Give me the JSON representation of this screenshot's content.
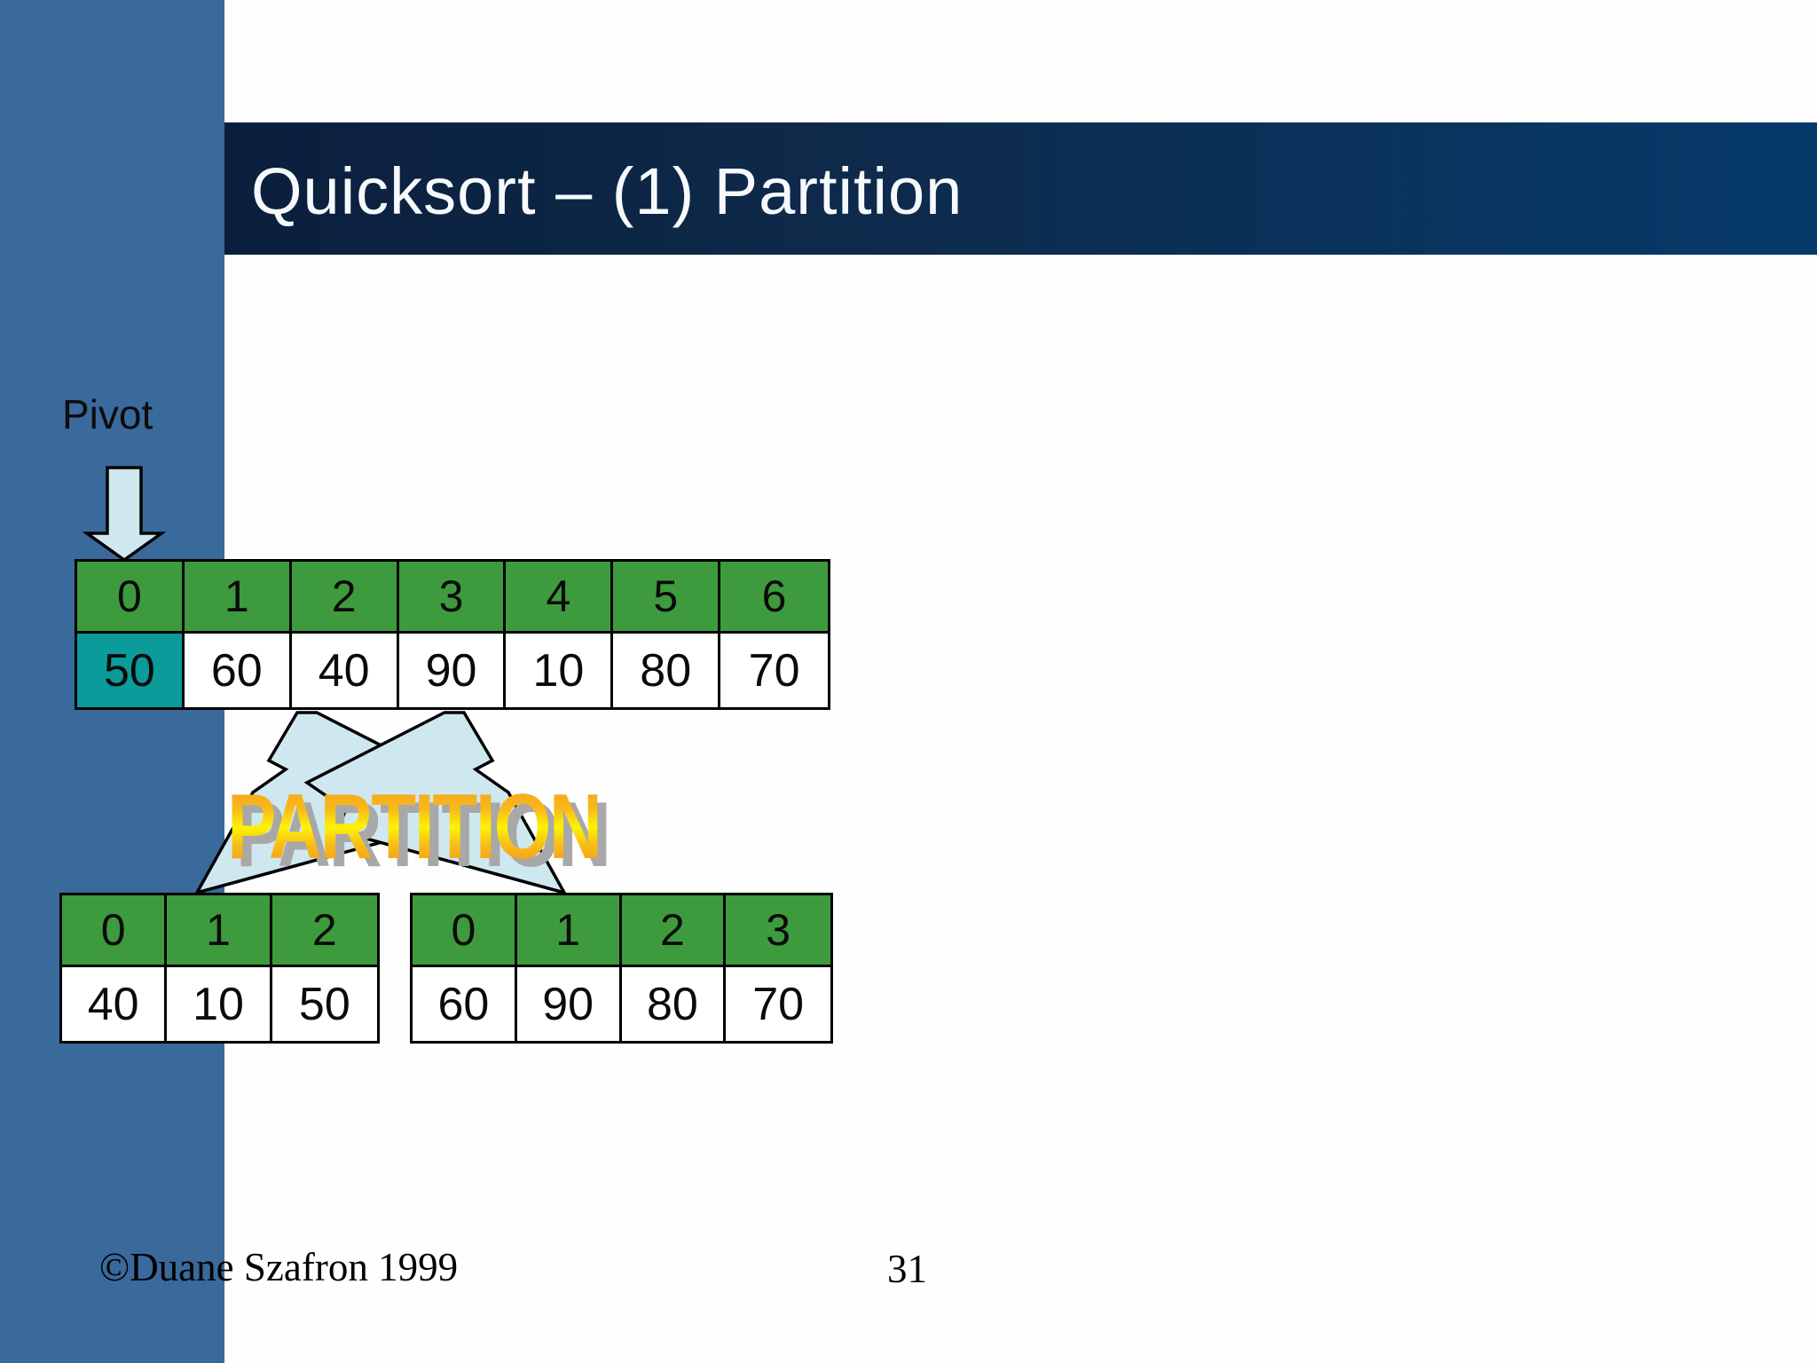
{
  "title": "Quicksort – (1) Partition",
  "pivot_label": "Pivot",
  "partition_label": "PARTITION",
  "main_array": {
    "indices": [
      "0",
      "1",
      "2",
      "3",
      "4",
      "5",
      "6"
    ],
    "values": [
      "50",
      "60",
      "40",
      "90",
      "10",
      "80",
      "70"
    ],
    "pivot_index": 0,
    "pivot_value": "50"
  },
  "left_array": {
    "indices": [
      "0",
      "1",
      "2"
    ],
    "values": [
      "40",
      "10",
      "50"
    ]
  },
  "right_array": {
    "indices": [
      "0",
      "1",
      "2",
      "3"
    ],
    "values": [
      "60",
      "90",
      "80",
      "70"
    ]
  },
  "footer": {
    "copyright": "©Duane Szafron 1999",
    "page_number": "31"
  },
  "colors": {
    "sidebar_blue": "#3a699c",
    "titlebar_dark": "#0b1f3c",
    "titlebar_light": "#063a6b",
    "index_green": "#3e9b3d",
    "pivot_teal": "#0b9b9b",
    "arrow_fill": "#cfe8ef",
    "wordart_orange": "#f6a01e",
    "wordart_yellow": "#fdf303",
    "wordart_shadow": "#a8a8a8"
  }
}
